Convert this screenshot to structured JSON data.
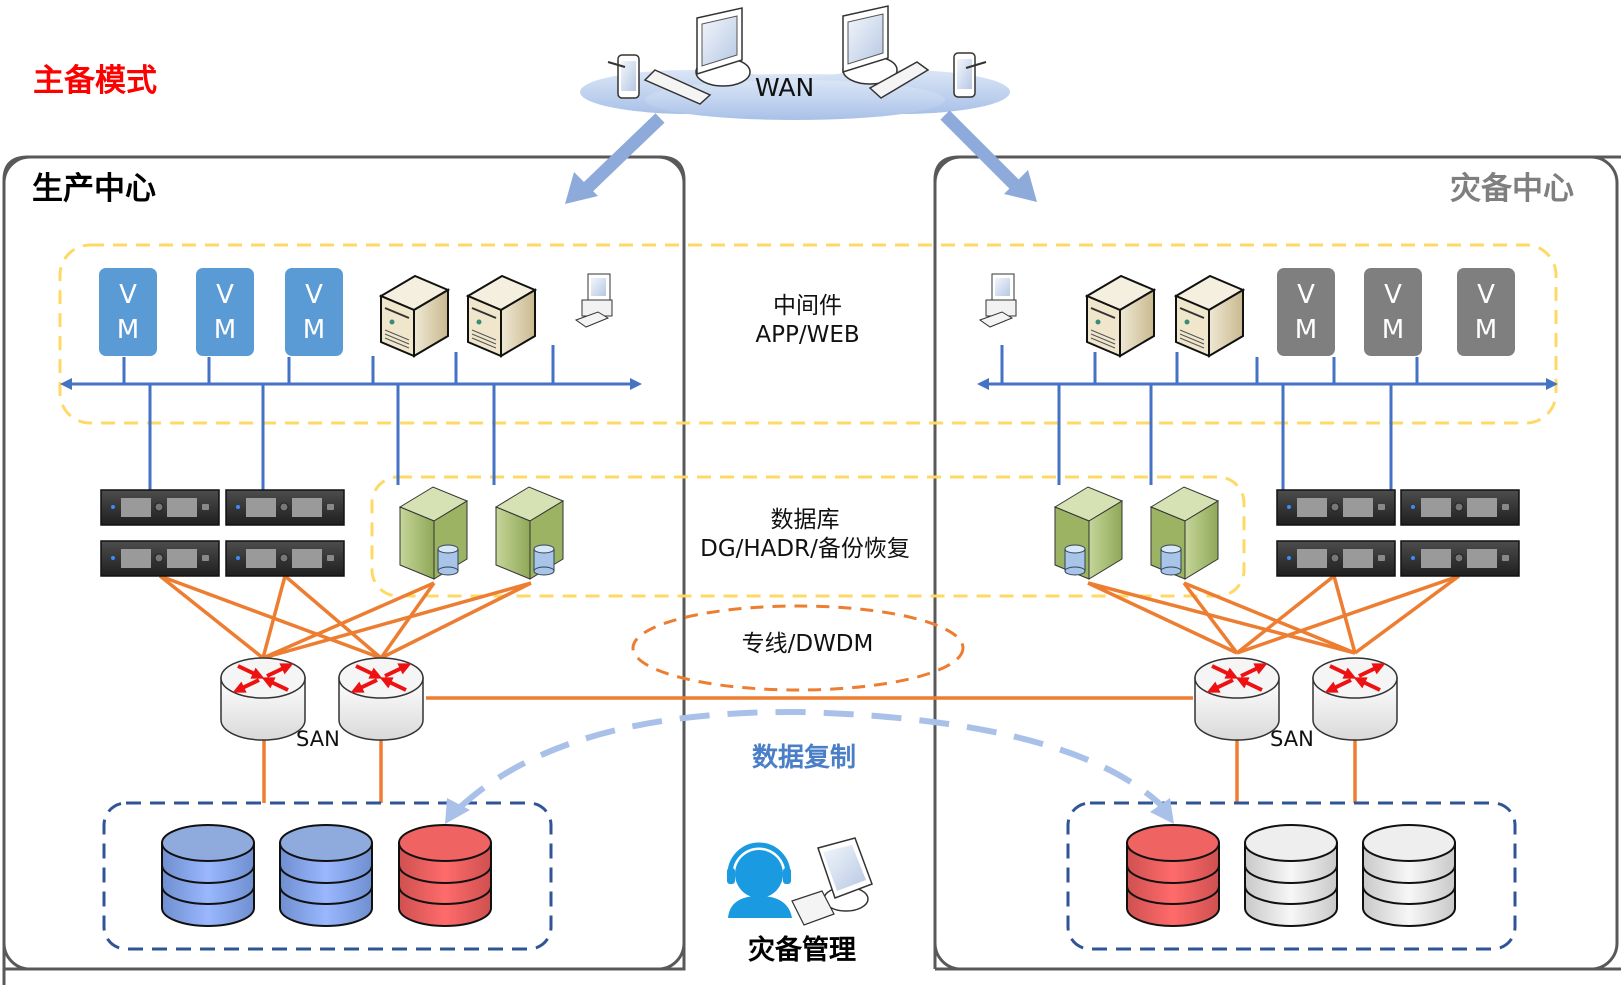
{
  "title": "主备模式",
  "production_center": {
    "title": "生产中心",
    "vms": [
      "VM",
      "VM",
      "VM"
    ],
    "vm_color": "#5b9bd5",
    "storage_title": "SAN",
    "storage_disks": [
      "blue",
      "blue",
      "red"
    ]
  },
  "dr_center": {
    "title": "灾备中心",
    "vms": [
      "VM",
      "VM",
      "VM"
    ],
    "vm_color": "#7f7f7f",
    "storage_title": "SAN",
    "storage_disks": [
      "red",
      "gray",
      "gray"
    ]
  },
  "wan": {
    "label": "WAN"
  },
  "layers": {
    "middleware": {
      "line1": "中间件",
      "line2": "APP/WEB"
    },
    "database": {
      "line1": "数据库",
      "line2": "DG/HADR/备份恢复"
    },
    "link": {
      "label": "专线/DWDM"
    }
  },
  "replication_label": "数据复制",
  "dr_management_label": "灾备管理",
  "colors": {
    "title_red": "#ff0000",
    "dr_title_gray": "#7f7f7f",
    "network_blue": "#4472c4",
    "san_orange": "#ed7d31",
    "layer_dash_yellow": "#ffd966",
    "storage_dash_navy": "#2f5597",
    "replication_blue": "#9fb9e3",
    "db_blue": "#8faadc",
    "db_red": "#f06363",
    "db_gray": "#e2e2e2"
  }
}
